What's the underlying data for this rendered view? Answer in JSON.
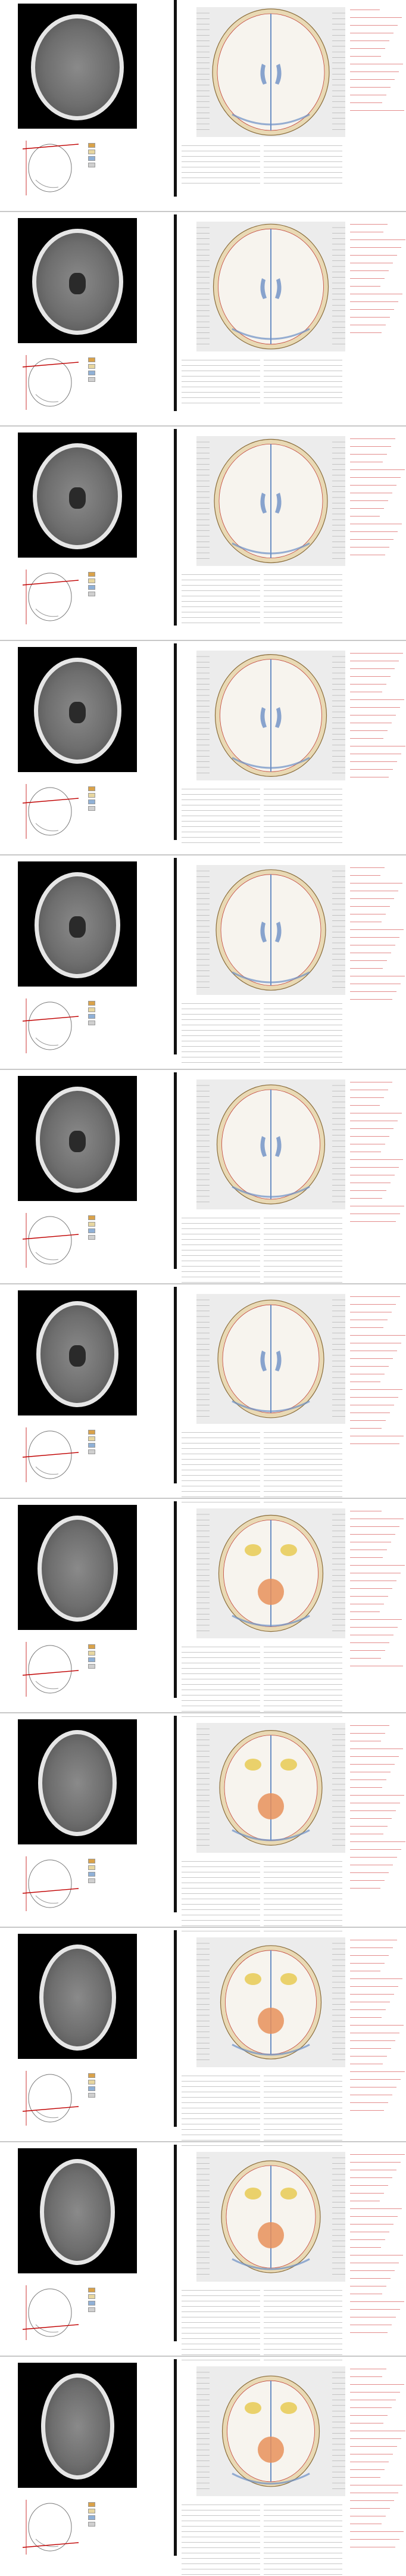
{
  "document": {
    "pages": [
      {
        "id": 1,
        "has_atlas": true
      },
      {
        "id": 2,
        "has_atlas": true
      },
      {
        "id": 3,
        "has_atlas": true
      },
      {
        "id": 4,
        "has_atlas": true
      },
      {
        "id": 5,
        "has_atlas": true
      },
      {
        "id": 6,
        "has_atlas": true
      },
      {
        "id": 7,
        "has_atlas": true
      },
      {
        "id": 8,
        "has_atlas": true
      },
      {
        "id": 9,
        "has_atlas": true
      },
      {
        "id": 10,
        "has_atlas": true
      },
      {
        "id": 11,
        "has_atlas": true
      },
      {
        "id": 12,
        "has_atlas": true
      }
    ]
  },
  "colors": {
    "ct_background": "#000000",
    "divider": "#111111",
    "annotation_red": "#c00000",
    "csf_blue": "#6b8fc4",
    "bone_beige": "#e9d9b4",
    "brain_white": "#f7f4ee",
    "vessel_red": "#c2433b",
    "atlas_panel": "#ececec"
  },
  "legend_swatches": [
    "#d9a24a",
    "#e7d6a0",
    "#8fb0d6",
    "#cfcfcf"
  ]
}
